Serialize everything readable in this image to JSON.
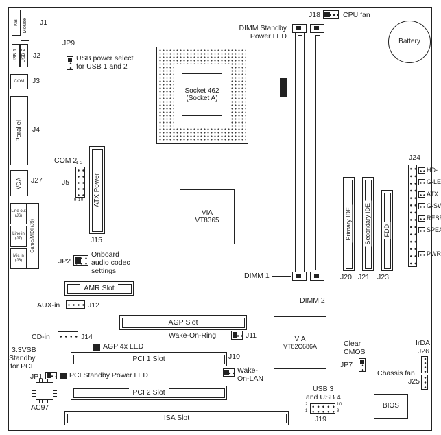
{
  "rear_ports": {
    "kb": "KB",
    "mouse": "Mouse",
    "j1": "J1",
    "usb1": "USB 1",
    "usb2": "USB 2",
    "j2": "J2",
    "com": "COM",
    "j3": "J3",
    "parallel": "Parallel",
    "j4": "J4",
    "vga": "VGA",
    "j27": "J27",
    "line_out_1": "Line out",
    "line_out_2": "(J6)",
    "line_in_1": "Line in",
    "line_in_2": "(J7)",
    "mic_in_1": "Mic in",
    "mic_in_2": "(J8)",
    "game_midi": "Game/MIDI (J9)"
  },
  "jp9": {
    "label": "JP9",
    "desc_1": "USB power select",
    "desc_2": "for USB 1 and 2"
  },
  "cpu": {
    "socket_1": "Socket 462",
    "socket_2": "(Socket A)"
  },
  "memory": {
    "standby_led_1": "DIMM Standby",
    "standby_led_2": "Power LED",
    "dimm1": "DIMM 1",
    "dimm2": "DIMM 2"
  },
  "fans": {
    "j18": "J18",
    "cpu_fan": "CPU fan",
    "chassis_fan": "Chassis fan",
    "j25": "J25"
  },
  "battery": "Battery",
  "com2": {
    "label": "COM 2",
    "j5": "J5",
    "pins_top": "1 2",
    "pins_bottom": "9 10"
  },
  "atx": {
    "label": "ATX Power",
    "j15": "J15"
  },
  "chips": {
    "north_1": "VIA",
    "north_2": "VT8365",
    "south_1": "VIA",
    "south_2": "VT82C686A",
    "ac97": "AC97",
    "bios": "BIOS"
  },
  "storage": {
    "primary_ide": "Primary IDE",
    "j20": "J20",
    "secondary_ide": "Secondary IDE",
    "j21": "J21",
    "fdd": "FDD",
    "j23": "J23"
  },
  "front_panel": {
    "j24": "J24",
    "labels": [
      "HD-",
      "G-LE",
      "ATX",
      "G-SW",
      "RESE",
      "SPEA",
      "PWR"
    ]
  },
  "audio": {
    "jp2": "JP2",
    "desc_1": "Onboard",
    "desc_2": "audio codec",
    "desc_3": "settings",
    "amr_slot": "AMR Slot",
    "aux_in": "AUX-in",
    "j12": "J12",
    "cd_in": "CD-in",
    "j14": "J14"
  },
  "slots": {
    "agp": "AGP Slot",
    "pci1": "PCI 1 Slot",
    "pci2": "PCI 2 Slot",
    "isa": "ISA Slot"
  },
  "wake": {
    "ring": "Wake-On-Ring",
    "j11": "J11",
    "j10": "J10",
    "lan_1": "Wake-",
    "lan_2": "On-LAN"
  },
  "leds": {
    "agp_4x": "AGP 4x LED",
    "pci_standby": "PCI Standby Power LED"
  },
  "cmos": {
    "desc_1": "Clear",
    "desc_2": "CMOS",
    "jp7": "JP7"
  },
  "irda": {
    "label": "IrDA",
    "j26": "J26"
  },
  "vsb": {
    "desc_1": "3.3VSB",
    "desc_2": "Standby",
    "desc_3": "for PCI",
    "jp1": "JP1"
  },
  "usb34": {
    "desc_1": "USB 3",
    "desc_2": "and USB 4",
    "j19": "J19",
    "pin_2": "2",
    "pin_1": "1",
    "pin_10": "10",
    "pin_9": "9"
  }
}
